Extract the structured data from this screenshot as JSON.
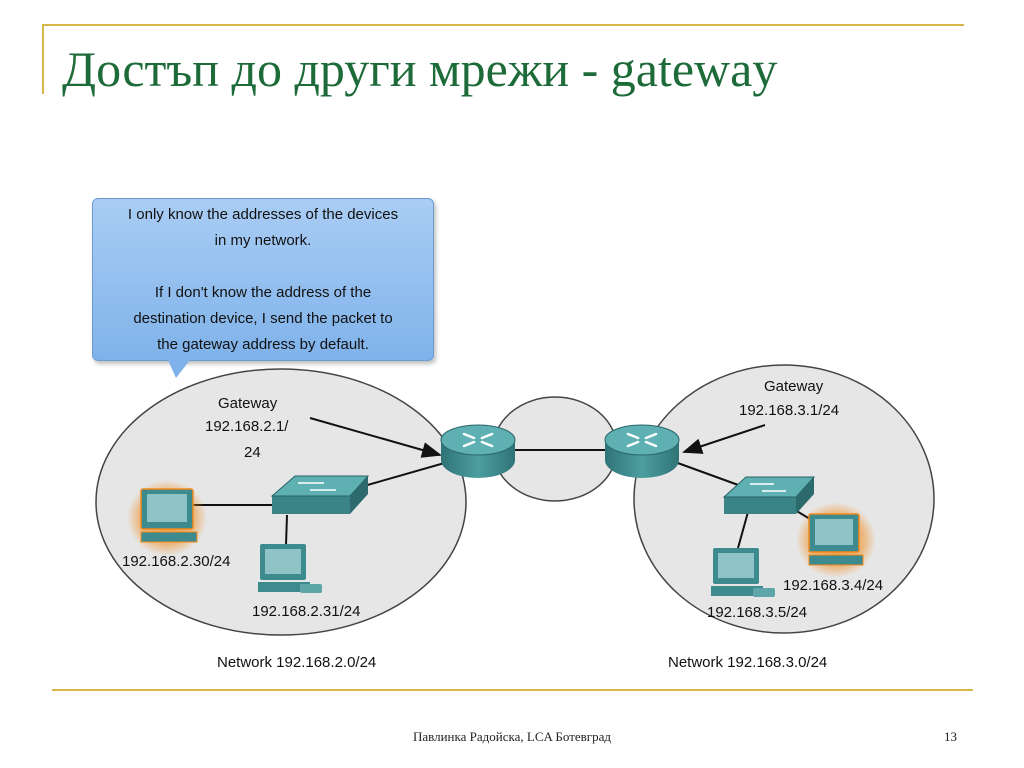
{
  "slide": {
    "title": "Достъп до други мрежи - gateway",
    "footer": "Павлинка Радойска, LCA Ботевград",
    "page_number": "13"
  },
  "callout": {
    "line1": "I only know the addresses of the devices",
    "line2": "in my network.",
    "line3": "If I don't know the address of the",
    "line4": "destination device, I send the packet to",
    "line5": "the gateway address by default."
  },
  "left_network": {
    "gateway_label": "Gateway",
    "gateway_ip_line1": "192.168.2.1/",
    "gateway_ip_line2": "24",
    "host_a_ip": "192.168.2.30/24",
    "host_b_ip": "192.168.2.31/24",
    "network_label": "Network 192.168.2.0/24"
  },
  "right_network": {
    "gateway_label": "Gateway",
    "gateway_ip": "192.168.3.1/24",
    "host_a_ip": "192.168.3.4/24",
    "host_b_ip": "192.168.3.5/24",
    "network_label": "Network 192.168.3.0/24"
  },
  "colors": {
    "title": "#1e6b3a",
    "accent_rule": "#d8b74a",
    "network_fill": "#e6e6e6",
    "device": "#3d8b8e",
    "callout": "#8fbef0",
    "highlight_glow": "#f28a1c"
  }
}
